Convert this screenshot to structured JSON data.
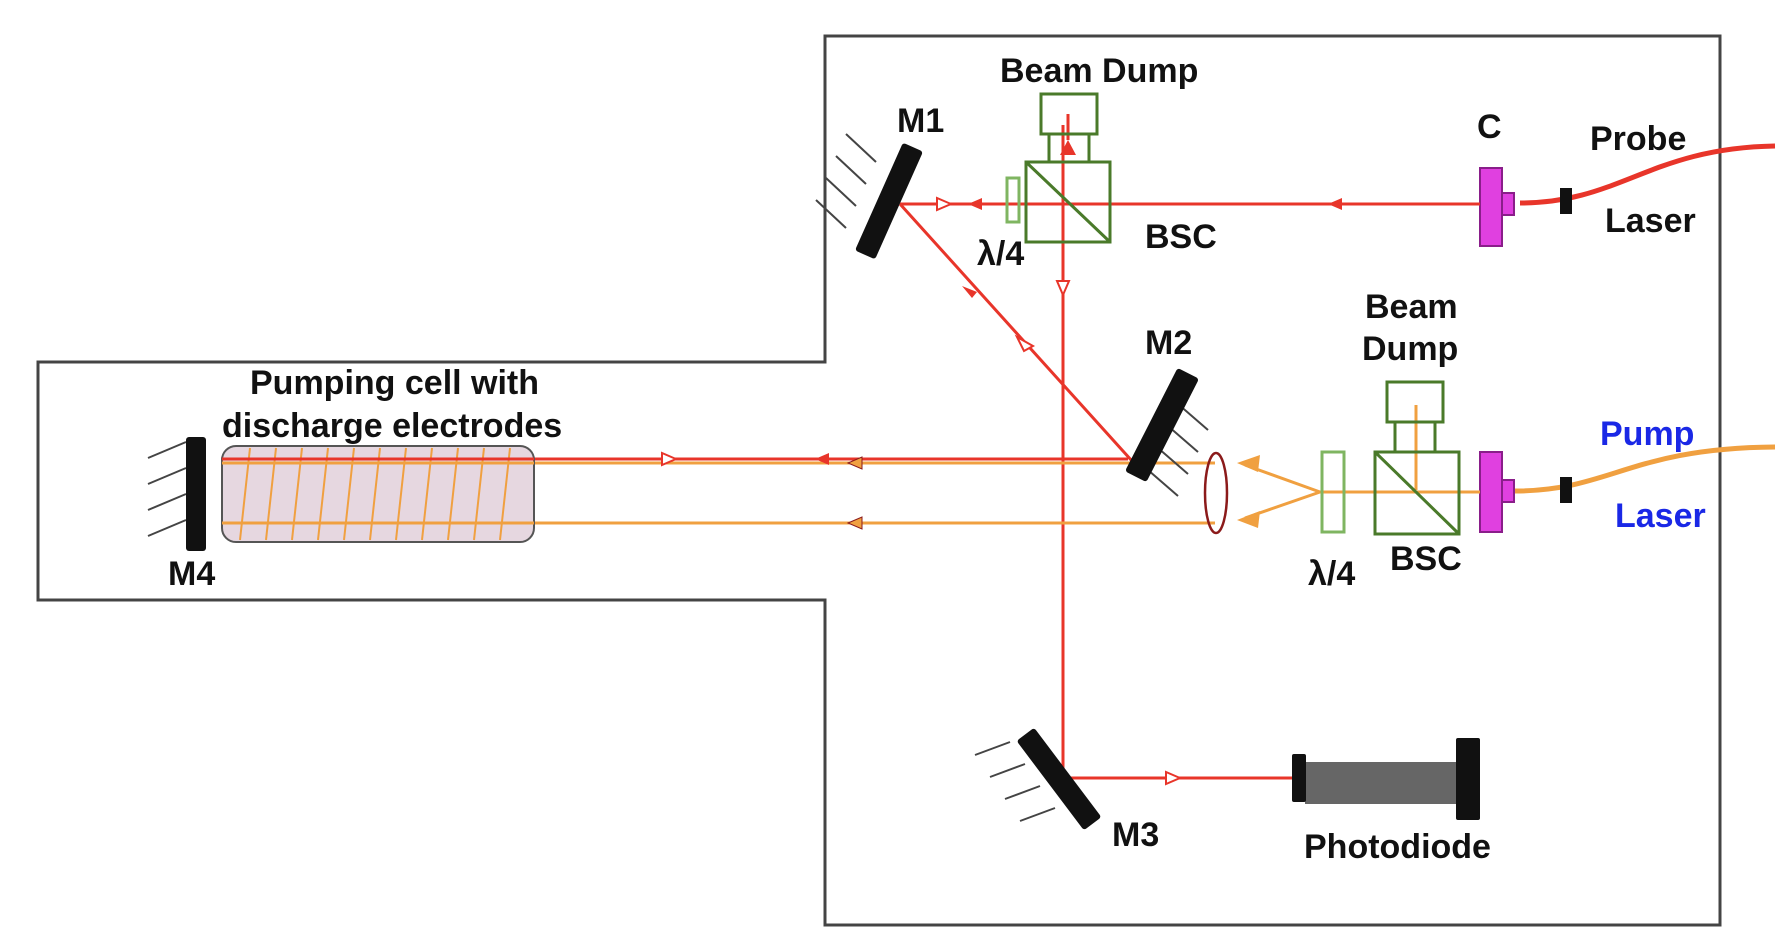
{
  "labels": {
    "beam_dump_top": "Beam Dump",
    "m1": "M1",
    "m2": "M2",
    "m3": "M3",
    "m4": "M4",
    "c": "C",
    "probe": "Probe",
    "probe_laser": "Laser",
    "lambda4_top": "λ/4",
    "bsc_top": "BSC",
    "beam_dump_right_1": "Beam",
    "beam_dump_right_2": "Dump",
    "pump": "Pump",
    "pump_laser": "Laser",
    "lambda4_bottom": "λ/4",
    "bsc_bottom": "BSC",
    "cell_1": "Pumping cell with",
    "cell_2": "discharge electrodes",
    "photodiode": "Photodiode"
  },
  "colors": {
    "probe_beam": "#e8352a",
    "pump_beam": "#f0a040",
    "optics_green": "#4a7a2a",
    "waveplate_green": "#7fb561",
    "collimator": "#e040e0",
    "pump_text": "#1a28e6",
    "cell_fill": "#e2d0da",
    "lens": "#8b1a1a",
    "photodiode_body": "#666666"
  }
}
